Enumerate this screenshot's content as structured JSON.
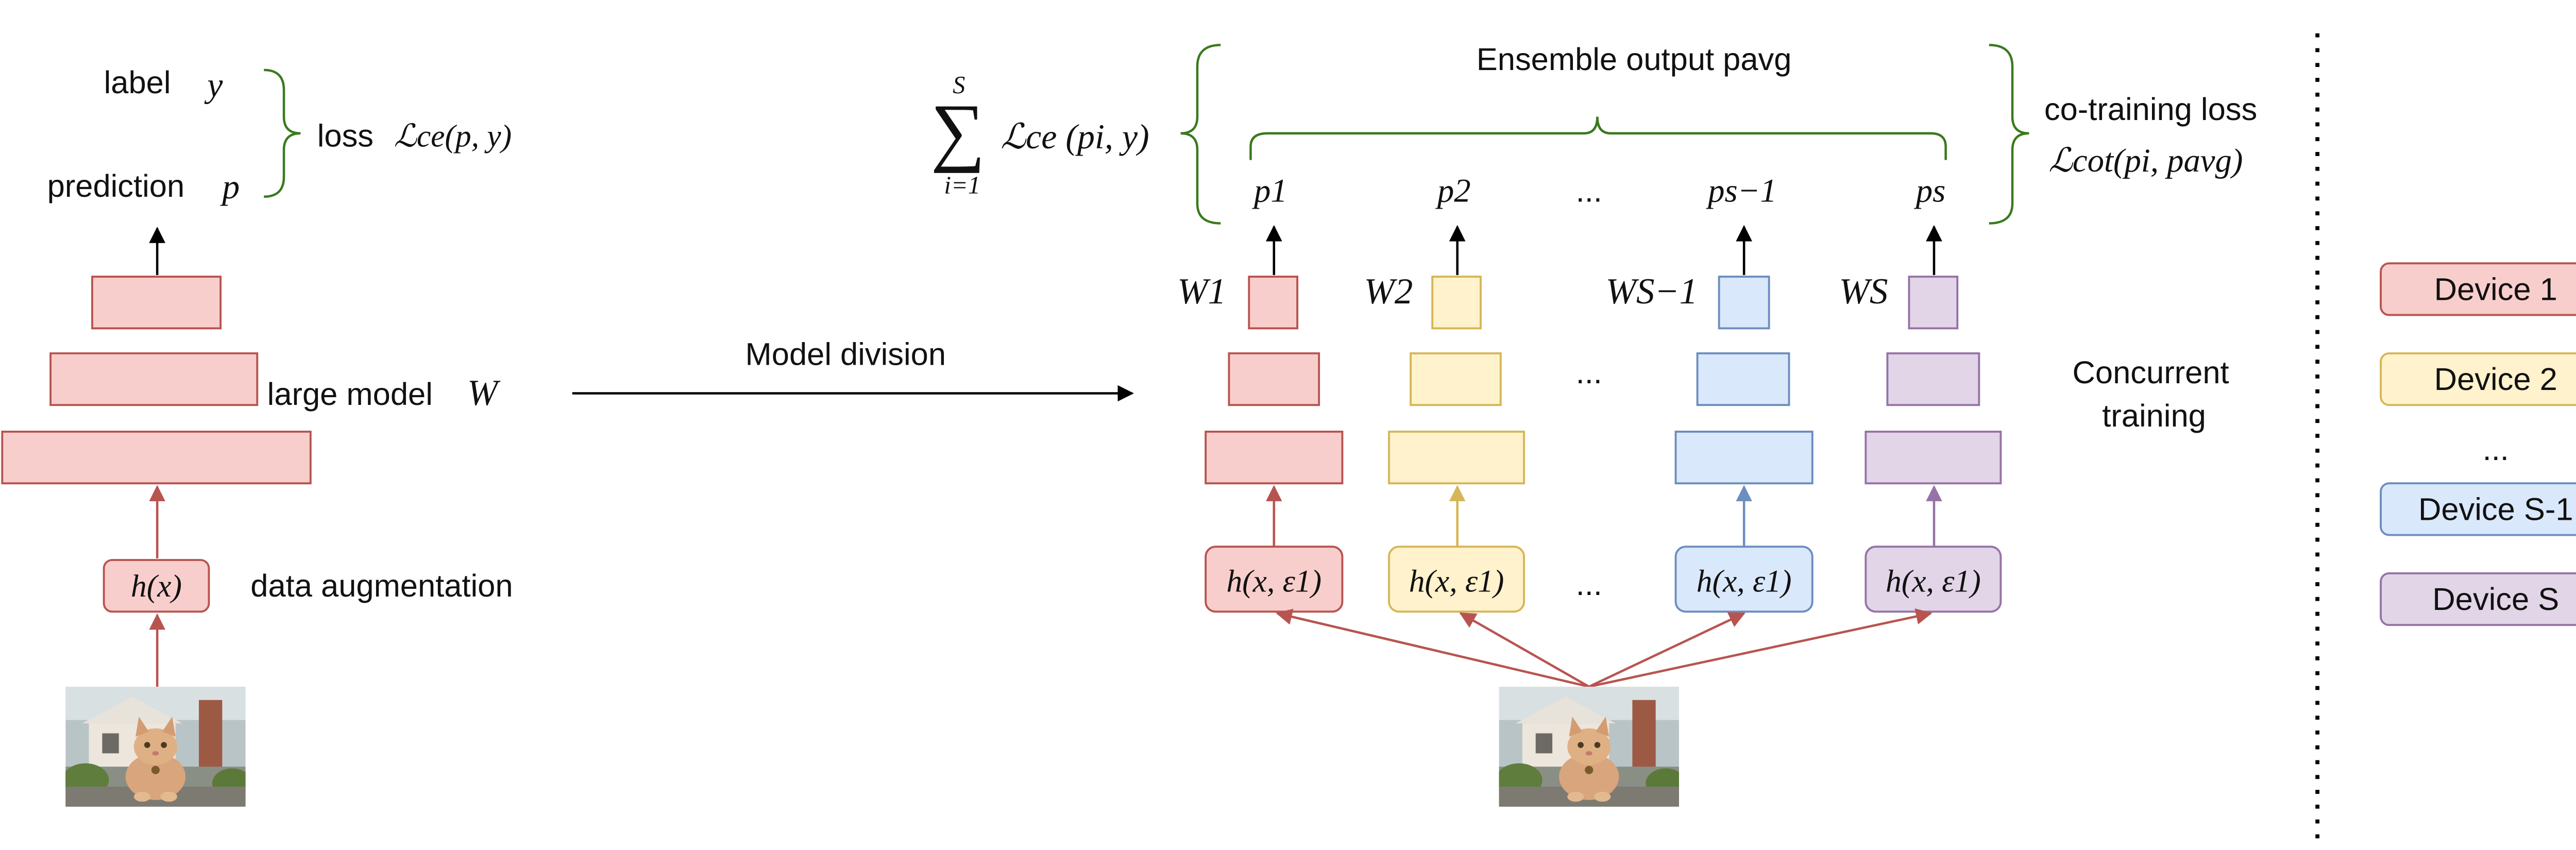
{
  "colors": {
    "red_fill": "#f8cecc",
    "red_stroke": "#b85450",
    "yellow_fill": "#fff2cc",
    "yellow_stroke": "#d6b656",
    "blue_fill": "#dae8fc",
    "blue_stroke": "#6c8ebf",
    "purple_fill": "#e1d5e7",
    "purple_stroke": "#9673a6",
    "brace": "#3a7a1e",
    "arrow_black": "#000000"
  },
  "left": {
    "label_word": "label",
    "label_sym": "y",
    "prediction_word": "prediction",
    "prediction_sym": "p",
    "loss_word": "loss",
    "loss_math": "ℒce(p, y)",
    "large_model_word": "large model",
    "large_model_sym": "W",
    "augment_box": "h(x)",
    "augment_label": "data augmentation",
    "image_icon": "cat-photo-icon"
  },
  "middle": {
    "arrow_label": "Model division"
  },
  "right": {
    "sum_upper": "S",
    "sum_lower": "i=1",
    "sum_term": "ℒce (pi, y)",
    "ensemble_label": "Ensemble output pavg",
    "cotrain_label": "co-training loss",
    "cotrain_math": "ℒcot(pi, pavg)",
    "outputs": [
      "p1",
      "p2",
      "...",
      "ps−1",
      "ps"
    ],
    "weights": [
      "W1",
      "W2",
      "WS−1",
      "WS"
    ],
    "mid_dots": "...",
    "aug_boxes": [
      "h(x, ε1)",
      "h(x, ε1)",
      "h(x, ε1)",
      "h(x, ε1)"
    ],
    "aug_dots": "...",
    "concurrent_line1": "Concurrent",
    "concurrent_line2": "training",
    "image_icon": "cat-photo-icon"
  },
  "legend": {
    "items": [
      "Device 1",
      "Device 2",
      "...",
      "Device S-1",
      "Device S"
    ]
  }
}
